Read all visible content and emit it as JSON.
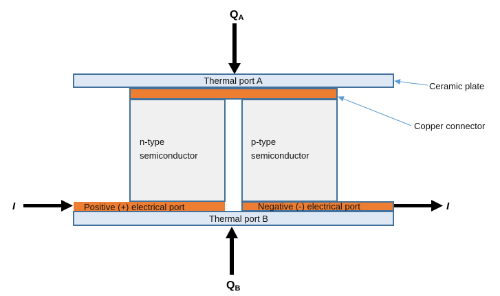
{
  "diagram": {
    "title": "Thermoelectric module schematic",
    "heat_flows": {
      "top": {
        "symbol": "Q",
        "subscript": "A"
      },
      "bottom": {
        "symbol": "Q",
        "subscript": "B"
      }
    },
    "current": {
      "in_label": "I",
      "out_label": "I"
    },
    "thermal_port_a": "Thermal port A",
    "thermal_port_b": "Thermal port B",
    "positive_port": "Positive (+) electrical port",
    "negative_port": "Negative (-) electrical port",
    "n_type": {
      "line1": "n-type",
      "line2": "semiconductor"
    },
    "p_type": {
      "line1": "p-type",
      "line2": "semiconductor"
    },
    "callouts": {
      "ceramic_plate": "Ceramic plate",
      "copper_connector": "Copper connector"
    },
    "colors": {
      "ceramic_fill": "#dde8f4",
      "outline": "#41719c",
      "copper": "#ed7d31",
      "semiconductor_fill": "#f0f0f0",
      "callout_line": "#5b9bd5",
      "arrow": "#000000"
    }
  }
}
